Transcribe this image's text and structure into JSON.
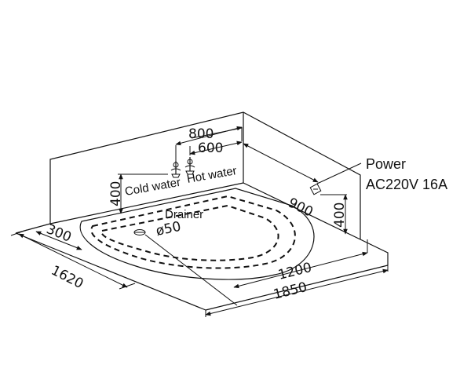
{
  "labels": {
    "power": "Power",
    "power_spec": "AC220V 16A",
    "cold_water": "Cold water",
    "hot_water": "Hot water",
    "drainer": "Drainer",
    "drain_diameter": "ø50"
  },
  "dimensions": {
    "d800": "800",
    "d600": "600",
    "d400_valve": "400",
    "d900": "900",
    "d400_power": "400",
    "d300": "300",
    "d1620": "1620",
    "d1200": "1200",
    "d1850": "1850"
  }
}
